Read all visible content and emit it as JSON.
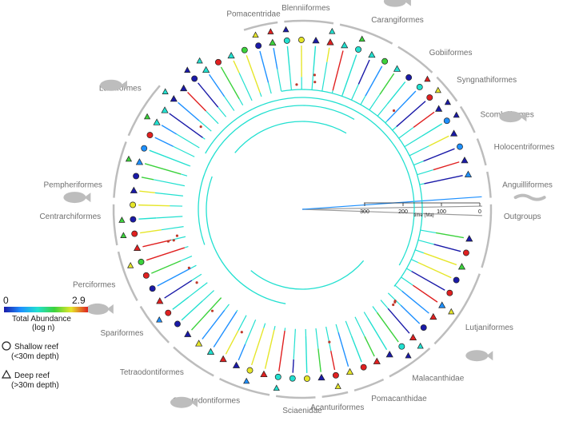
{
  "clades": [
    {
      "name": "Pomacentridae",
      "angle": -104,
      "icon": "damselfish-icon"
    },
    {
      "name": "Blenniiformes",
      "angle": -89,
      "icon": ""
    },
    {
      "name": "Carangiformes",
      "angle": -70,
      "icon": "jack-fish-icon"
    },
    {
      "name": "Gobiiformes",
      "angle": -51,
      "icon": ""
    },
    {
      "name": "Syngnathiformes",
      "angle": -40,
      "icon": ""
    },
    {
      "name": "Scombriformes",
      "angle": -28,
      "icon": "tuna-icon"
    },
    {
      "name": "Holocentriformes",
      "angle": -18,
      "icon": ""
    },
    {
      "name": "Anguilliformes",
      "angle": -7,
      "icon": "eel-icon"
    },
    {
      "name": "Outgroups",
      "angle": 2,
      "icon": ""
    },
    {
      "name": "Lutjaniformes",
      "angle": 36,
      "icon": "snapper-icon"
    },
    {
      "name": "Malacanthidae",
      "angle": 57,
      "icon": ""
    },
    {
      "name": "Pomacanthidae",
      "angle": 70,
      "icon": ""
    },
    {
      "name": "Acanturiformes",
      "angle": 80,
      "icon": "surgeonfish-icon"
    },
    {
      "name": "Sciaenidae",
      "angle": 90,
      "icon": ""
    },
    {
      "name": "Chaetodontiformes",
      "angle": 108,
      "icon": ""
    },
    {
      "name": "Tetraodontiformes",
      "angle": 126,
      "icon": "pufferfish-icon"
    },
    {
      "name": "Spariformes",
      "angle": 142,
      "icon": ""
    },
    {
      "name": "Perciformes",
      "angle": 158,
      "icon": "grouper-icon"
    },
    {
      "name": "Centrarchiformes",
      "angle": 178,
      "icon": ""
    },
    {
      "name": "Pempheriformes",
      "angle": 187,
      "icon": "sweeper-icon"
    },
    {
      "name": "Labriformes",
      "angle": 217,
      "icon": "wrasse-icon"
    }
  ],
  "timescale": {
    "label": "time (Ma)",
    "ticks": [
      300,
      200,
      100,
      0
    ]
  },
  "legend": {
    "colorbar_min": "0",
    "colorbar_max": "2.9",
    "colorbar_title": "Total Abundance",
    "colorbar_subtitle": "(log n)",
    "shallow_label": "Shallow reef",
    "shallow_sub": "(<30m depth)",
    "deep_label": "Deep reef",
    "deep_sub": "(>30m depth)"
  },
  "colors": {
    "low": "#1a1aa8",
    "mid_low": "#1e90ff",
    "mid": "#22e0d0",
    "mid_high": "#3cd23c",
    "high_mid": "#e6e62a",
    "high": "#e02020",
    "ring": "#bdbdbd",
    "label": "#6f6f6f"
  }
}
